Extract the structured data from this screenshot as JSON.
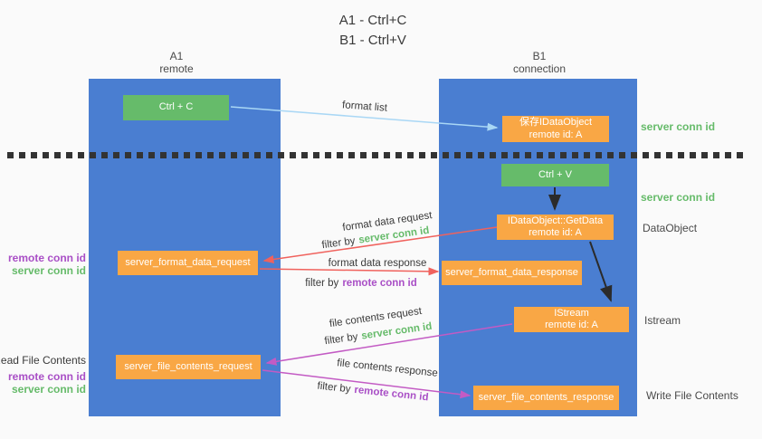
{
  "title": {
    "line1": "A1 - Ctrl+C",
    "line2": "B1 - Ctrl+V"
  },
  "columns": {
    "left": {
      "name": "A1",
      "role": "remote"
    },
    "right": {
      "name": "B1",
      "role": "connection"
    }
  },
  "nodes": {
    "ctrl_c": {
      "label": "Ctrl + C"
    },
    "save_idataobject": {
      "line1": "保存IDataObject",
      "line2": "remote id: A"
    },
    "ctrl_v": {
      "label": "Ctrl + V"
    },
    "getdata": {
      "line1": "IDataObject::GetData",
      "line2": "remote id: A"
    },
    "format_request": {
      "label": "server_format_data_request"
    },
    "format_response": {
      "label": "server_format_data_response"
    },
    "istream": {
      "line1": "IStream",
      "line2": "remote id: A"
    },
    "file_request": {
      "label": "server_file_contents_request"
    },
    "file_response": {
      "label": "server_file_contents_response"
    }
  },
  "edge_labels": {
    "format_list": "format list",
    "format_data_request": "format data request",
    "format_data_response": "format data response",
    "file_contents_request": "file contents request",
    "file_contents_response": "file contents response",
    "filter_by": "filter by",
    "server_conn_id": "server conn id",
    "remote_conn_id": "remote conn id"
  },
  "side_labels": {
    "left": {
      "remote_conn_id": "remote conn id",
      "server_conn_id": "server conn id",
      "read_file_contents": "Read File Contents"
    },
    "right": {
      "server_conn_id": "server conn id",
      "dataobject": "DataObject",
      "istream": "Istream",
      "write_file_contents": "Write File Contents"
    }
  },
  "colors": {
    "column_blue": "#4A7ED1",
    "node_green": "#66BB6A",
    "node_orange": "#F9A745",
    "arrow_light_blue": "#A9D7F5",
    "arrow_red": "#F0625D",
    "arrow_magenta": "#C35BC4",
    "arrow_black": "#2B2B2B",
    "text_green": "#66BB6A",
    "text_purple": "#A94FC6",
    "background": "#FAFAFA"
  }
}
